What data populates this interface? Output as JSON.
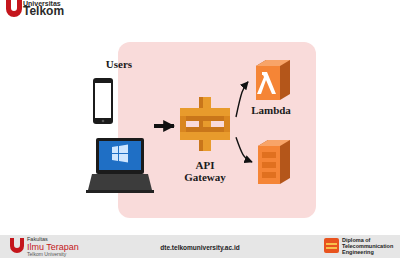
{
  "diagram": {
    "nodes": [
      {
        "text": [
          "Users"
        ]
      },
      {
        "text": [
          "API Gateway"
        ]
      },
      {
        "text": [
          "Lambda"
        ]
      },
      {
        "text": []
      }
    ],
    "edges": [
      {
        "from": 0,
        "to": 1,
        "arrow": "to"
      },
      {
        "from": 1,
        "to": 2,
        "arrow": "to"
      },
      {
        "from": 1,
        "to": 3,
        "arrow": "to"
      }
    ],
    "labels": [
      "Universitas",
      "Telkom",
      "Fakultas",
      "Ilmu Terapan",
      "Telkom University",
      "dte.telkomuniversity.ac.id",
      "Diploma of",
      "Telecommunication",
      "Engineering"
    ]
  }
}
